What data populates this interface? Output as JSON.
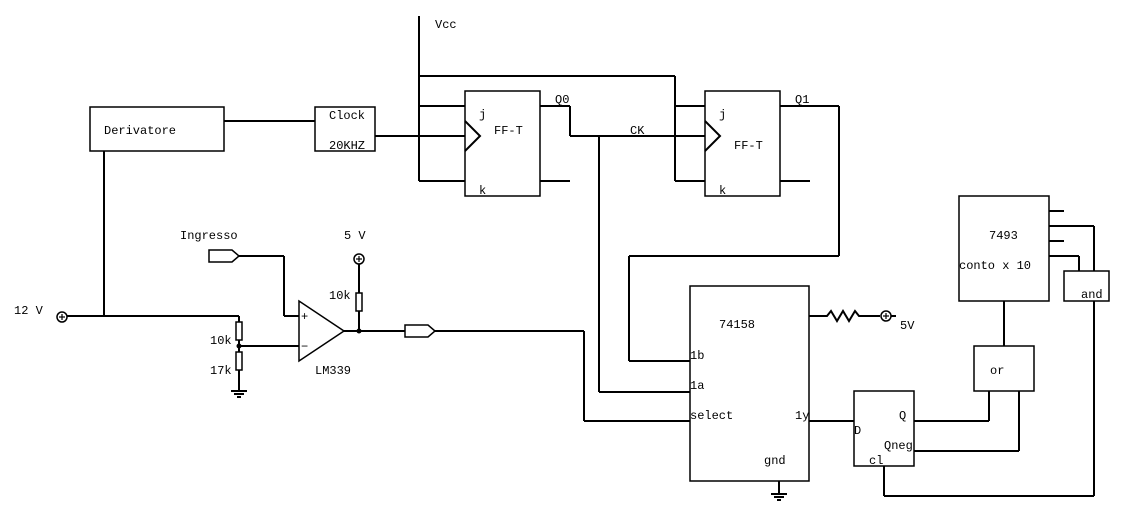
{
  "diagram": {
    "type": "circuit-schematic",
    "labels": {
      "vcc": "Vcc",
      "derivatore": "Derivatore",
      "clock_line1": "Clock",
      "clock_line2": "20KHZ",
      "ff0_title": "FF-T",
      "ff0_j": "j",
      "ff0_k": "k",
      "q0": "Q0",
      "ck": "CK",
      "ff1_title": "FF-T",
      "ff1_j": "j",
      "ff1_k": "k",
      "q1": "Q1",
      "ingresso": "Ingresso",
      "five_v_top": "5 V",
      "r_pullup": "10k",
      "twelve_v": "12 V",
      "r_div_top": "10k",
      "r_div_bottom": "17k",
      "comparator": "LM339",
      "plus": "+",
      "minus": "−",
      "mux_title": "74158",
      "mux_1b": "1b",
      "mux_1a": "1a",
      "mux_select": "select",
      "mux_1y": "1y",
      "mux_gnd": "gnd",
      "five_v_right": "5V",
      "counter_title": "7493",
      "counter_sub": "conto x 10",
      "and_gate": "and",
      "or_gate": "or",
      "dff_d": "D",
      "dff_q": "Q",
      "dff_qneg": "Qneg",
      "dff_cl": "cl"
    }
  }
}
